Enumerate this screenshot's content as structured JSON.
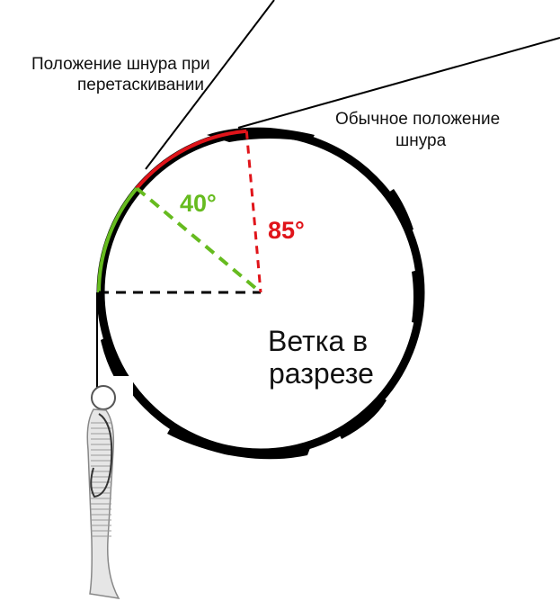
{
  "labels": {
    "drag_position": [
      "Положение шнура при",
      "перетаскивании"
    ],
    "normal_position": [
      "Обычное положение",
      "шнура"
    ],
    "branch_section": [
      "Ветка в",
      "разрезе"
    ]
  },
  "angles": {
    "small": {
      "text": "40°",
      "degrees": 40,
      "color": "#66bb1f"
    },
    "large": {
      "text": "85°",
      "degrees": 85,
      "color": "#e0141a"
    }
  },
  "colors": {
    "outline": "#000000",
    "guide_dash": "#000000",
    "lure": "#cfcfcf"
  }
}
